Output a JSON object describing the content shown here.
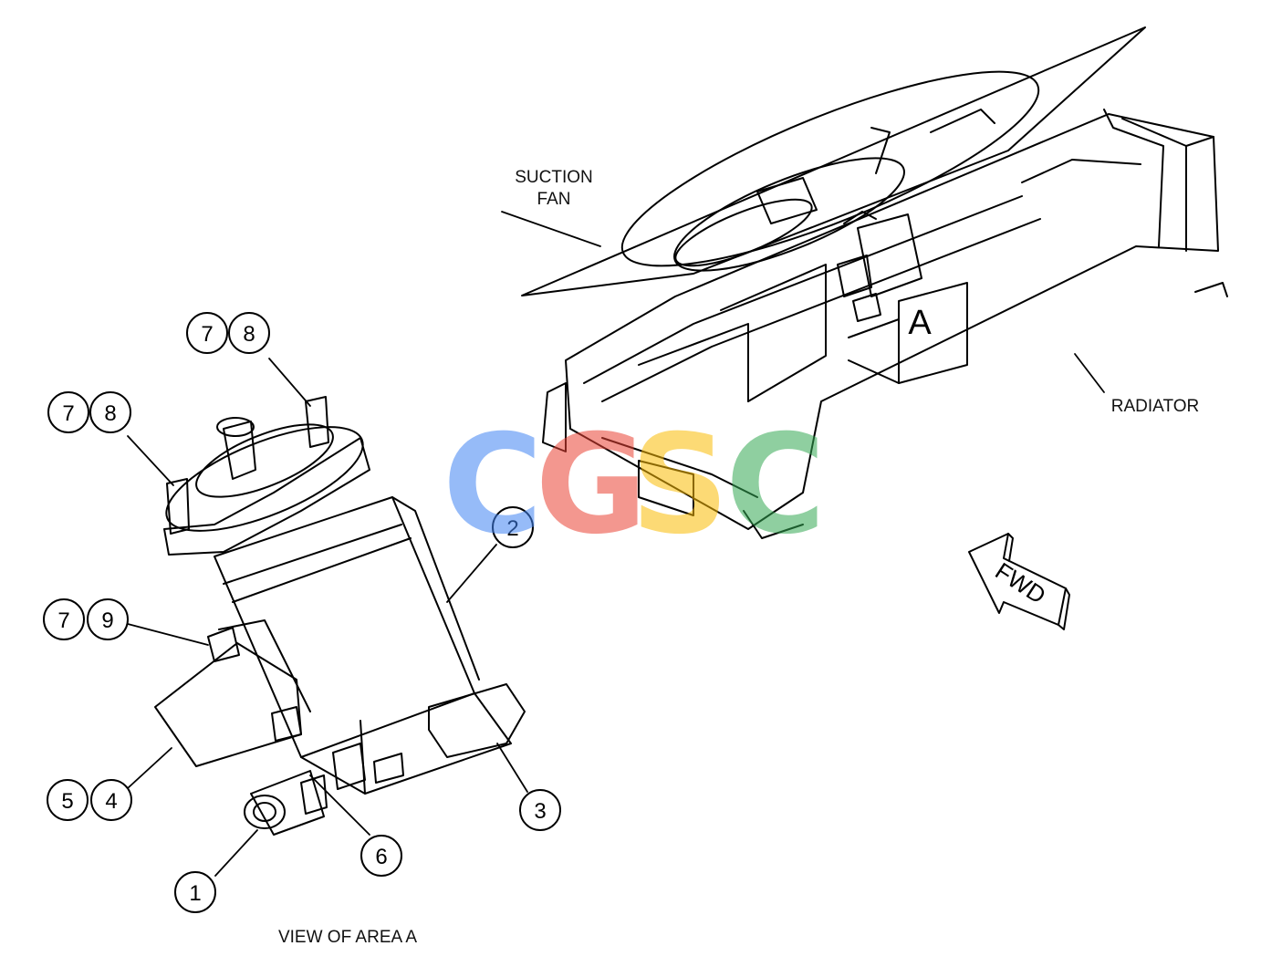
{
  "labels": {
    "suction_fan_line1": "SUCTION",
    "suction_fan_line2": "FAN",
    "radiator": "RADIATOR",
    "area_marker": "A",
    "fwd": "FWD",
    "view_caption": "VIEW OF AREA A"
  },
  "callouts": {
    "c7a": "7",
    "c8a": "8",
    "c7b": "7",
    "c8b": "8",
    "c7c": "7",
    "c9": "9",
    "c2": "2",
    "c3": "3",
    "c5": "5",
    "c4": "4",
    "c6": "6",
    "c1": "1"
  },
  "watermark": {
    "letters": [
      "C",
      "G",
      "S",
      "C"
    ],
    "colors": [
      "#4285f4",
      "#ea4335",
      "#fbbc05",
      "#34a853"
    ]
  }
}
